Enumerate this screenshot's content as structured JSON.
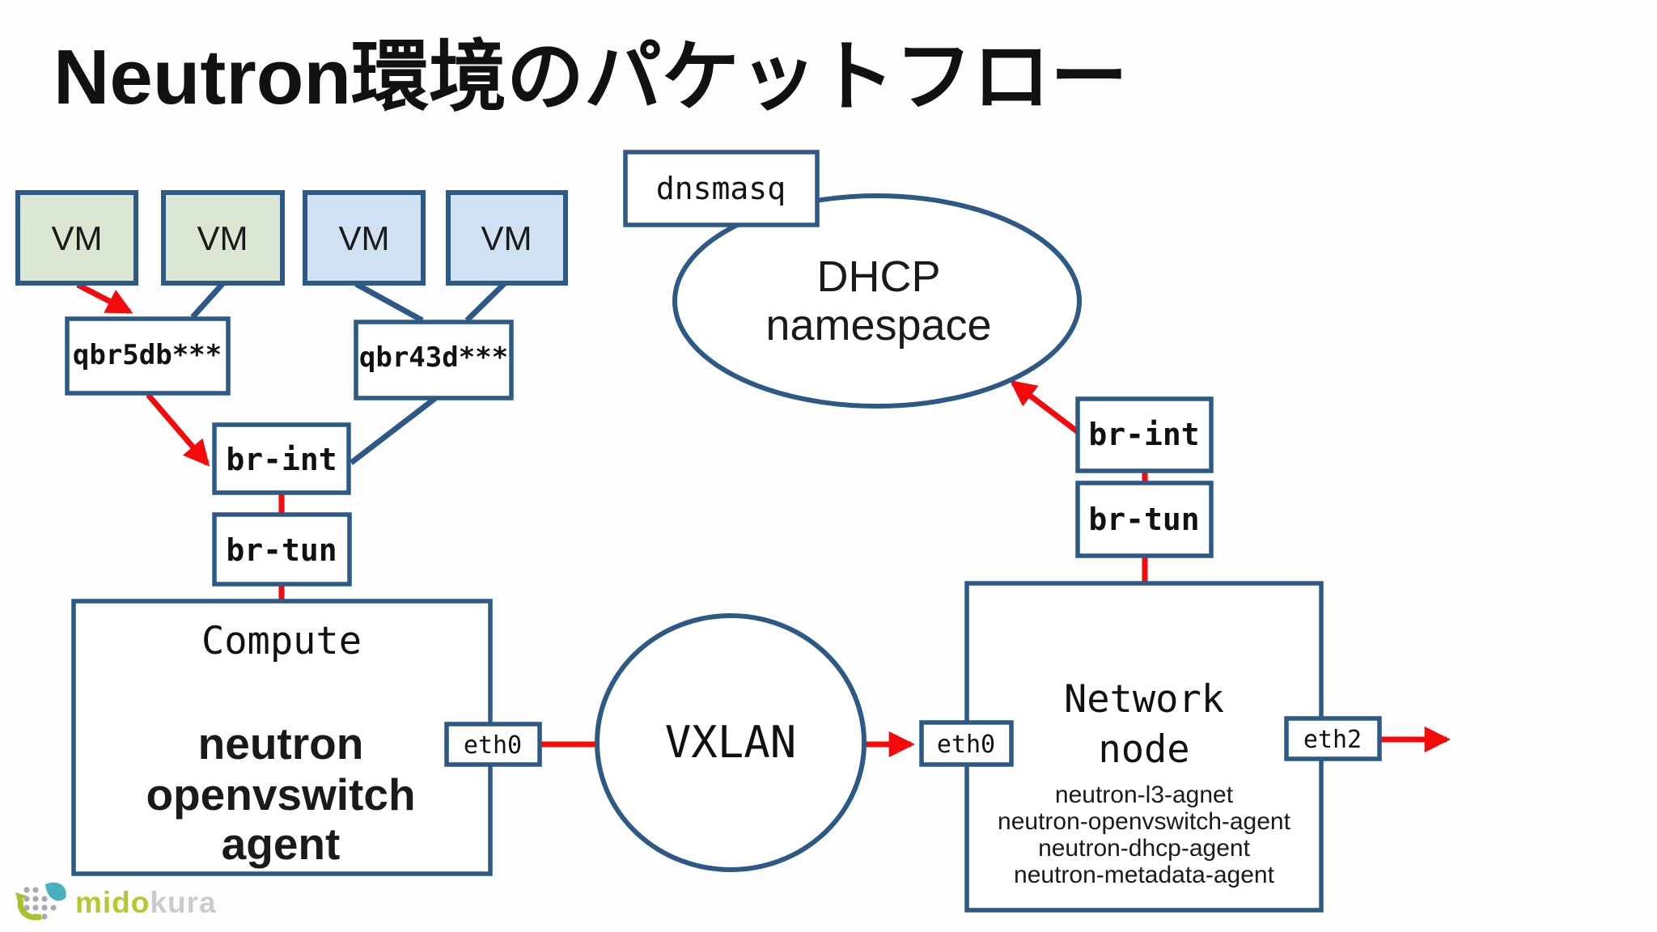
{
  "slide_title": "Neutron環境のパケットフロー",
  "nodes": {
    "vms": [
      {
        "label": "VM",
        "variant": "green"
      },
      {
        "label": "VM",
        "variant": "green"
      },
      {
        "label": "VM",
        "variant": "blue"
      },
      {
        "label": "VM",
        "variant": "blue"
      }
    ],
    "qbr_left": {
      "label": "qbr5db***"
    },
    "qbr_right": {
      "label": "qbr43d***"
    },
    "br_int_left": {
      "label": "br-int"
    },
    "br_tun_left": {
      "label": "br-tun"
    },
    "compute": {
      "title": "Compute",
      "lines": [
        "neutron",
        "openvswitch",
        "agent"
      ]
    },
    "eth0_left": {
      "label": "eth0"
    },
    "vxlan": {
      "label": "VXLAN"
    },
    "eth0_right": {
      "label": "eth0"
    },
    "network_node": {
      "title_line1": "Network",
      "title_line2": "node",
      "agents": [
        "neutron-l3-agnet",
        "neutron-openvswitch-agent",
        "neutron-dhcp-agent",
        "neutron-metadata-agent"
      ]
    },
    "eth2": {
      "label": "eth2"
    },
    "br_int_right": {
      "label": "br-int"
    },
    "br_tun_right": {
      "label": "br-tun"
    },
    "dhcp_namespace": {
      "line1": "DHCP",
      "line2": "namespace"
    },
    "dnsmasq": {
      "label": "dnsmasq"
    }
  },
  "logo": {
    "text_primary": "mido",
    "text_secondary": "kura"
  },
  "colors": {
    "box_border": "#2d5986",
    "connector_blue": "#2d5986",
    "arrow_red": "#f40a0a",
    "vm_green_fill": "#dbe7d2",
    "vm_blue_fill": "#cfe1f2",
    "openvswitch_text": "#1414f0",
    "logo_green": "#b5c92f",
    "logo_gray": "#c9ccce",
    "logo_teal": "#49b0bf"
  }
}
